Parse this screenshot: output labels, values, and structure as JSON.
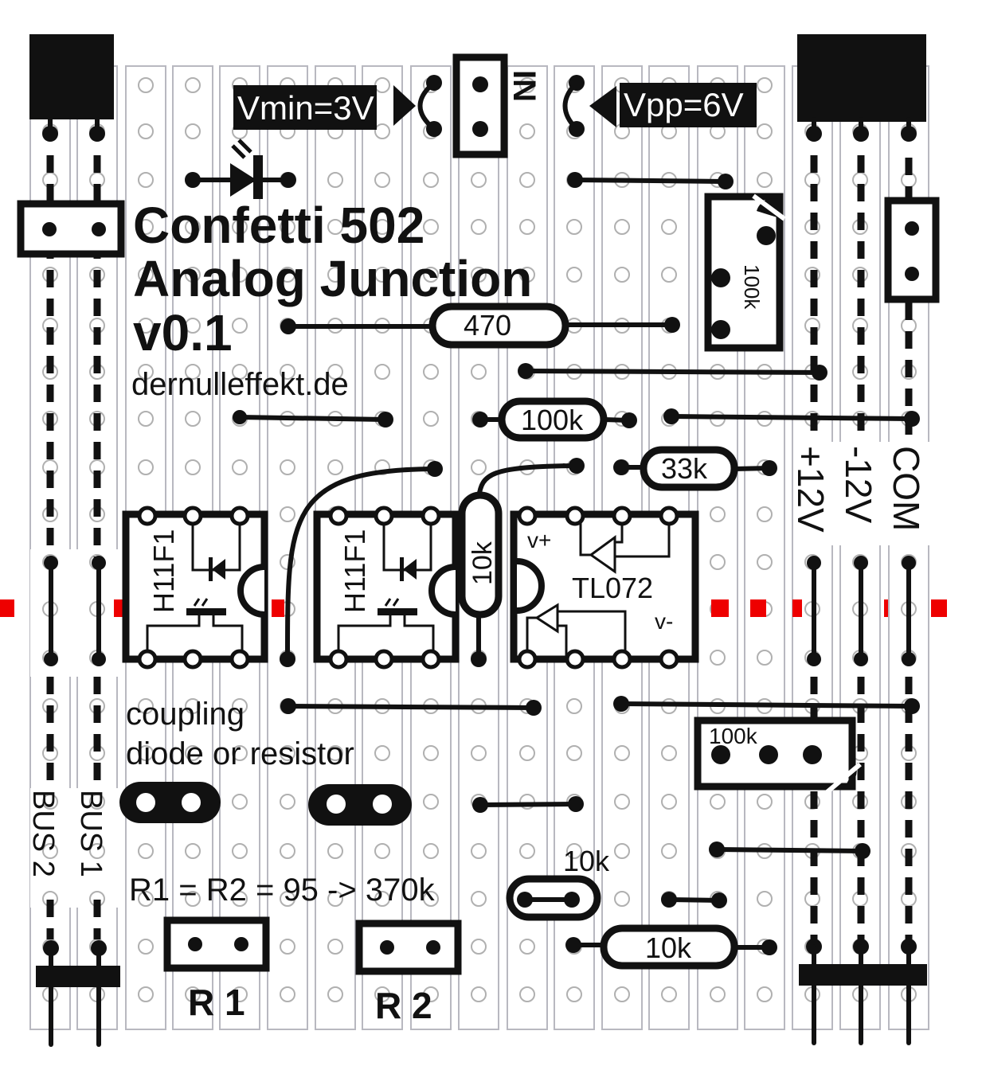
{
  "title": {
    "line1": "Confetti 502",
    "line2": "Analog Junction",
    "line3": "v0.1",
    "website": "dernulleffekt.de"
  },
  "labels": {
    "vmin": "Vmin=3V",
    "vpp": "Vpp=6V",
    "in": "IN",
    "plus12": "+12V",
    "minus12": "-12V",
    "com": "COM",
    "bus1": "BUS 1",
    "bus2": "BUS 2",
    "coupling_line1": "coupling",
    "coupling_line2": "diode or resistor",
    "r_formula": "R1 = R2 = 95 -> 370k",
    "r1": "R 1",
    "r2": "R 2"
  },
  "components": {
    "res_470": "470",
    "res_100k_a": "100k",
    "res_33k": "33k",
    "res_10k_vertical": "10k",
    "res_10k_small": "10k",
    "res_10k_bottom": "10k",
    "trimmer_top": "100k",
    "trimmer_bottom": "100k",
    "opto1": "H11F1",
    "opto2": "H11F1",
    "opamp": "TL072",
    "opamp_vplus": "v+",
    "opamp_vminus": "v-"
  },
  "colors": {
    "ink": "#111111",
    "strip": "#b8b8c0",
    "cut": "#ee0000",
    "background": "#ffffff"
  }
}
